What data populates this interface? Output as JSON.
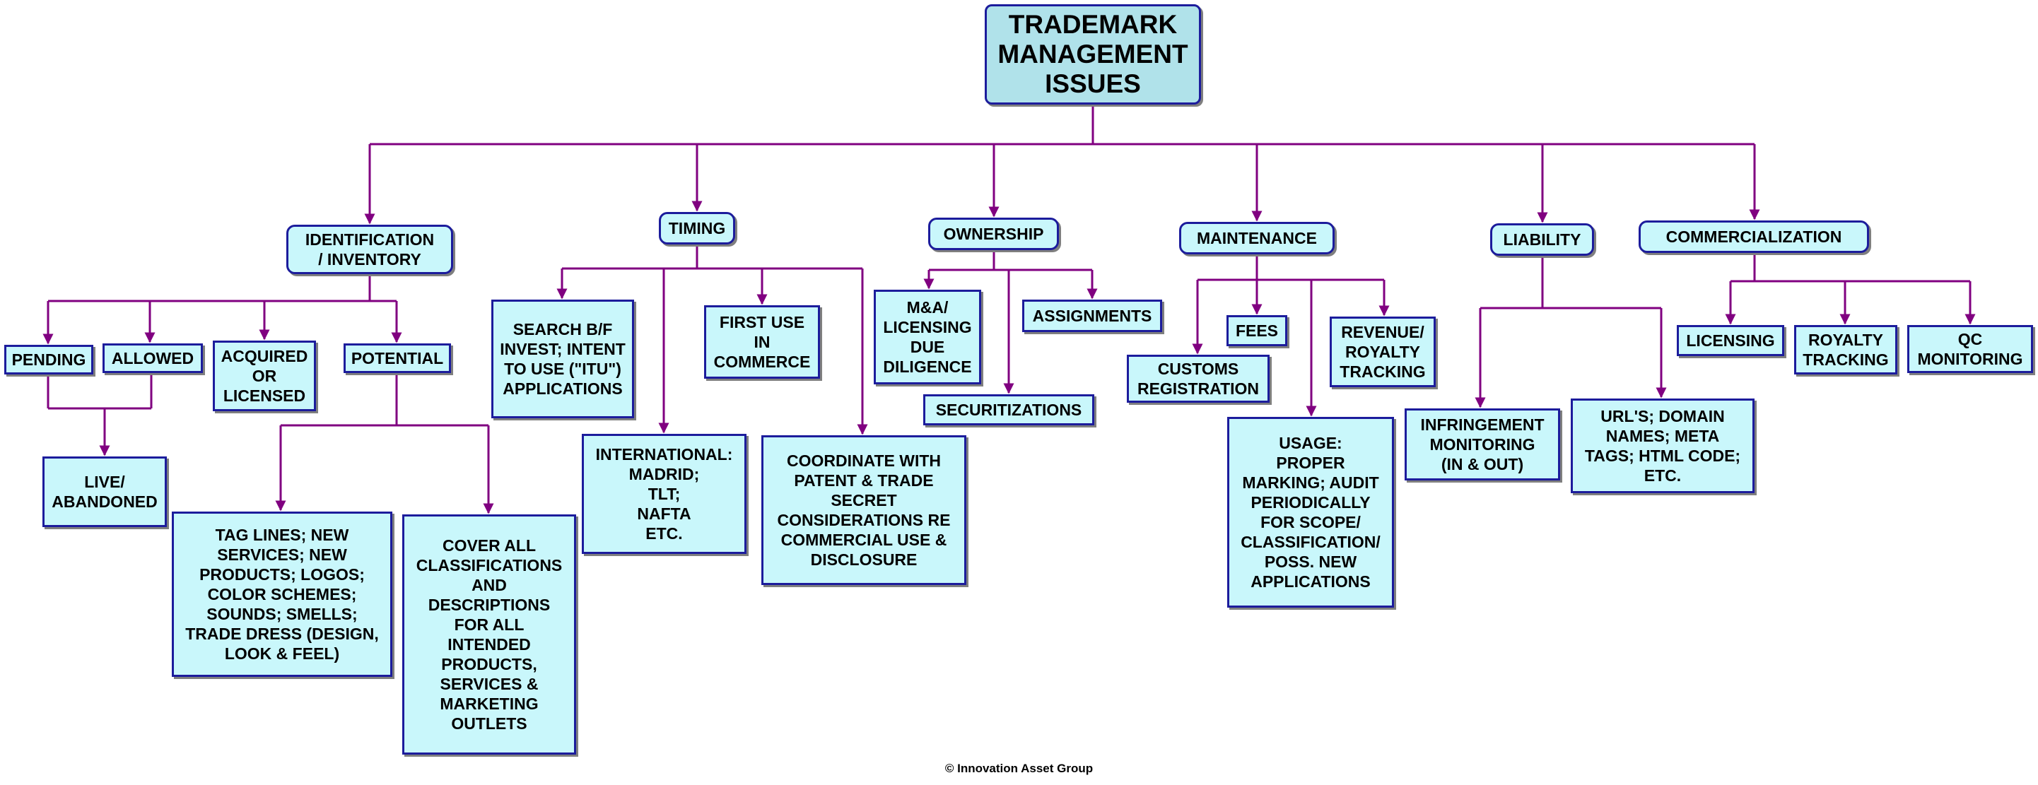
{
  "diagram": {
    "type": "tree",
    "connector_color": "#800080",
    "box_fill": "#c9f7fb",
    "root_fill": "#b0e2ea",
    "box_border": "#1c1c9c",
    "root": "TRADEMARK\nMANAGEMENT\nISSUES",
    "categories": {
      "identification": "IDENTIFICATION\n/ INVENTORY",
      "timing": "TIMING",
      "ownership": "OWNERSHIP",
      "maintenance": "MAINTENANCE",
      "liability": "LIABILITY",
      "commercialization": "COMMERCIALIZATION"
    },
    "items": {
      "pending": "PENDING",
      "allowed": "ALLOWED",
      "acquired": "ACQUIRED\nOR\nLICENSED",
      "potential": "POTENTIAL",
      "live": "LIVE/\nABANDONED",
      "taglines": "TAG LINES; NEW\nSERVICES; NEW\nPRODUCTS; LOGOS;\nCOLOR SCHEMES;\nSOUNDS; SMELLS;\nTRADE DRESS (DESIGN,\nLOOK & FEEL)",
      "coverall": "COVER ALL\nCLASSIFICATIONS\nAND\nDESCRIPTIONS\nFOR ALL\nINTENDED\nPRODUCTS,\nSERVICES &\nMARKETING\nOUTLETS",
      "search": "SEARCH B/F\nINVEST; INTENT\nTO USE (\"ITU\")\nAPPLICATIONS",
      "international": "INTERNATIONAL:\nMADRID;\nTLT;\nNAFTA\nETC.",
      "firstuse": "FIRST USE\nIN\nCOMMERCE",
      "coordinate": "COORDINATE WITH\nPATENT & TRADE\nSECRET\nCONSIDERATIONS RE\nCOMMERCIAL USE &\nDISCLOSURE",
      "mna": "M&A/\nLICENSING\nDUE\nDILIGENCE",
      "assignments": "ASSIGNMENTS",
      "securitizations": "SECURITIZATIONS",
      "fees": "FEES",
      "customs": "CUSTOMS\nREGISTRATION",
      "revenue": "REVENUE/\nROYALTY\nTRACKING",
      "usage": "USAGE:\nPROPER\nMARKING; AUDIT\nPERIODICALLY\nFOR SCOPE/\nCLASSIFICATION/\nPOSS. NEW\nAPPLICATIONS",
      "infringement": "INFRINGEMENT\nMONITORING\n(IN & OUT)",
      "urls": "URL'S; DOMAIN\nNAMES; META\nTAGS; HTML CODE;\nETC.",
      "licensing": "LICENSING",
      "royaltytracking": "ROYALTY\nTRACKING",
      "qc": "QC\nMONITORING"
    }
  },
  "footer": "© Innovation Asset Group"
}
